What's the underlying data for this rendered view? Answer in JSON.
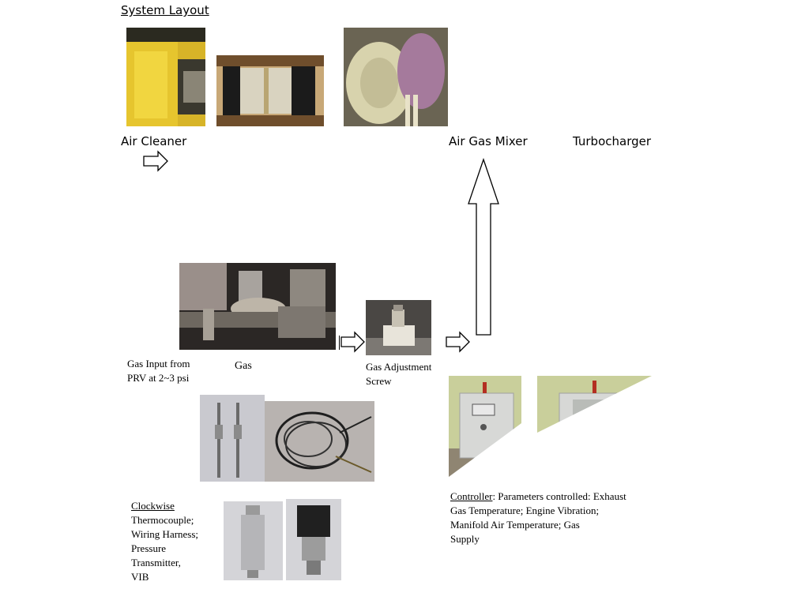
{
  "title": "System Layout",
  "labels": {
    "air_cleaner": "Air Cleaner",
    "air_gas_mixer": "Air Gas Mixer",
    "turbocharger": "Turbocharger",
    "gas": "Gas",
    "gas_input_line1": "Gas Input from",
    "gas_input_line2": "PRV at 2~3 psi",
    "gas_adjust_line1": "Gas Adjustment",
    "gas_adjust_line2": "Screw"
  },
  "controller_caption": {
    "heading": "Controller",
    "line1": ": Parameters controlled: Exhaust",
    "line2": "Gas Temperature; Engine Vibration;",
    "line3": "Manifold Air Temperature; Gas",
    "line4": "Supply"
  },
  "clockwise_caption": {
    "heading": "Clockwise",
    "line1": "Thermocouple;",
    "line2": "Wiring Harness;",
    "line3": "Pressure",
    "line4": "Transmitter,",
    "line5": "VIB"
  }
}
